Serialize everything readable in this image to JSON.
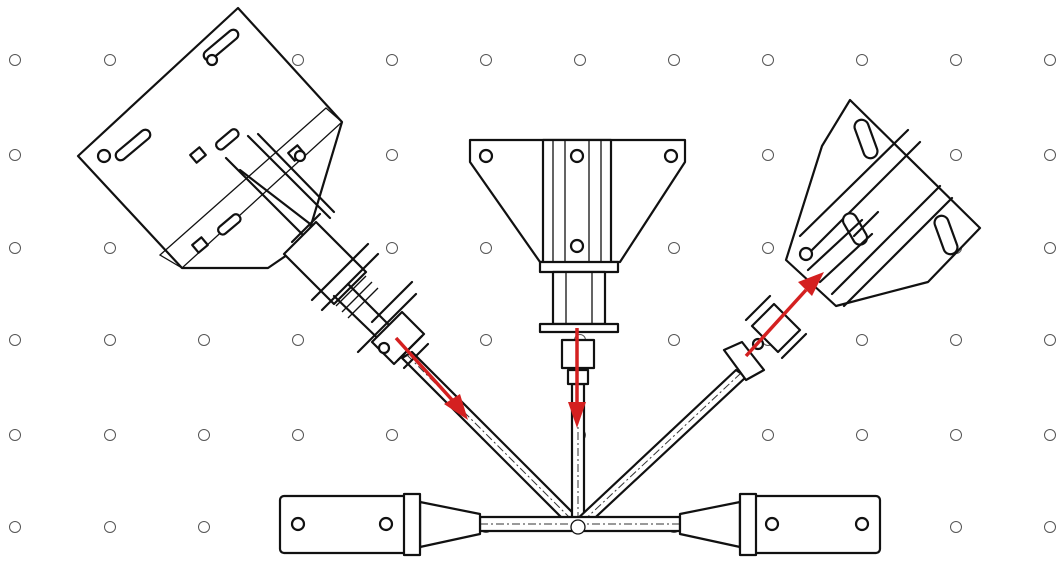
{
  "diagram": {
    "background_color": "#ffffff",
    "line_color": "#111111",
    "arrow_color": "#d42020",
    "dot_color": "#555555",
    "parts": [
      {
        "id": "left-bracket",
        "icon": "slotted-plate-bracket-icon"
      },
      {
        "id": "center-bracket",
        "icon": "trapezoid-plate-bracket-icon"
      },
      {
        "id": "right-bracket",
        "icon": "slotted-angle-bracket-icon"
      },
      {
        "id": "base-hub",
        "icon": "tri-rod-base-hub-icon"
      }
    ],
    "arrows": [
      "left-down",
      "center-down",
      "right-up"
    ]
  }
}
